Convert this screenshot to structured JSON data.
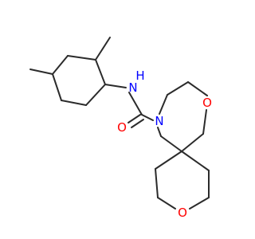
{
  "colors": {
    "bond": "#2b2b2b",
    "oxygen": "#ff0000",
    "nitrogen": "#0000ff",
    "background": "#ffffff"
  },
  "atoms": {
    "amide_nh": {
      "element": "N",
      "hydrogen": "H"
    },
    "ring_n": {
      "element": "N"
    },
    "carbonyl_o": {
      "element": "O"
    },
    "ring_o_upper": {
      "element": "O"
    },
    "ring_o_lower": {
      "element": "O"
    }
  }
}
